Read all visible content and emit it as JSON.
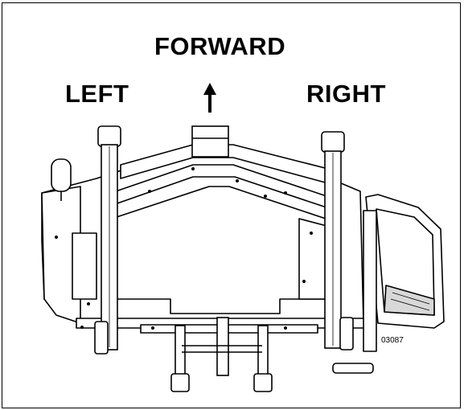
{
  "labels": {
    "forward": "FORWARD",
    "left": "LEFT",
    "right": "RIGHT"
  },
  "figure_number": "03087",
  "colors": {
    "line": "#000000",
    "fill": "#ffffff",
    "shade": "#d8d8d8"
  },
  "icons": {
    "direction_arrow": "arrow-up"
  }
}
